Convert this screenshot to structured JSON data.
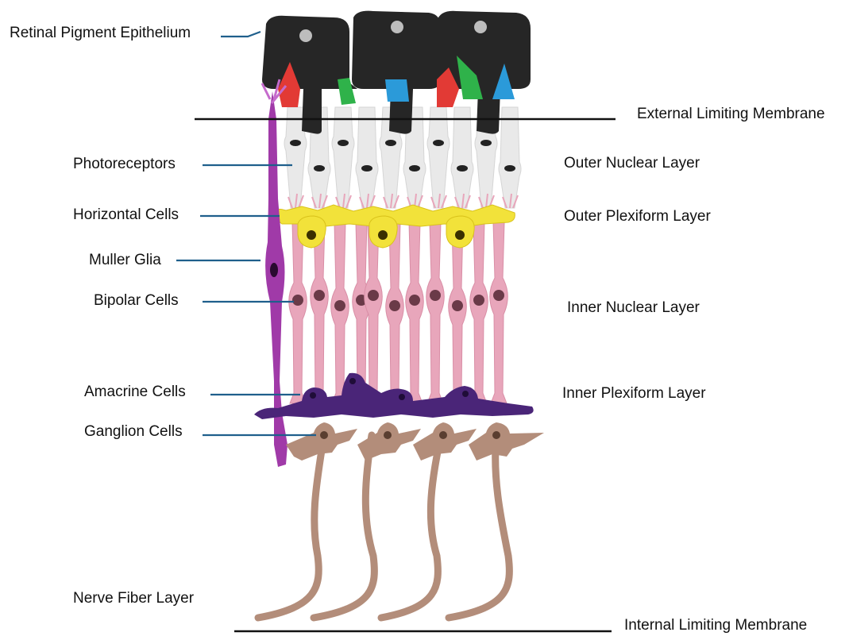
{
  "left_labels": {
    "rpe": "Retinal Pigment Epithelium",
    "photoreceptors": "Photoreceptors",
    "horizontal": "Horizontal Cells",
    "muller": "Muller Glia",
    "bipolar": "Bipolar Cells",
    "amacrine": "Amacrine Cells",
    "ganglion": "Ganglion Cells",
    "nerve_fiber": "Nerve Fiber Layer"
  },
  "right_labels": {
    "elm": "External Limiting Membrane",
    "onl": "Outer Nuclear Layer",
    "opl": "Outer Plexiform Layer",
    "inl": "Inner Nuclear Layer",
    "ipl": "Inner Plexiform Layer",
    "ilm": "Internal Limiting Membrane"
  },
  "colors": {
    "rpe": "#262626",
    "rpe_nucleus": "#bdbdbd",
    "cone_red": "#e23a35",
    "cone_green": "#2fb24a",
    "cone_blue": "#2b9ad9",
    "photoreceptor": "#e9e9e9",
    "horizontal": "#f2e23a",
    "muller": "#a03aa8",
    "bipolar": "#e8a6bb",
    "amacrine": "#4a2578",
    "ganglion": "#b38d7a",
    "leader_line": "#1f5f8c"
  }
}
